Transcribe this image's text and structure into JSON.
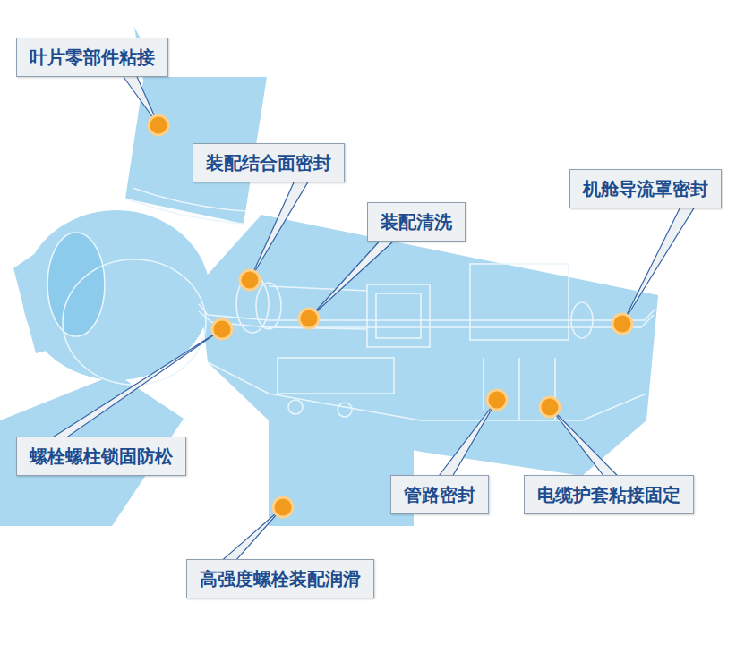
{
  "diagram": {
    "nodes": [
      {
        "text": [
          "叶片零部件粘接"
        ]
      },
      {
        "text": [
          "装配结合面密封"
        ]
      },
      {
        "text": [
          "机舱导流罩密封"
        ]
      },
      {
        "text": [
          "装配清洗"
        ]
      },
      {
        "text": [
          "螺栓螺柱锁固防松"
        ]
      },
      {
        "text": [
          "管路密封"
        ]
      },
      {
        "text": [
          "电缆护套粘接固定"
        ]
      },
      {
        "text": [
          "高强度螺栓装配润滑"
        ]
      }
    ]
  }
}
